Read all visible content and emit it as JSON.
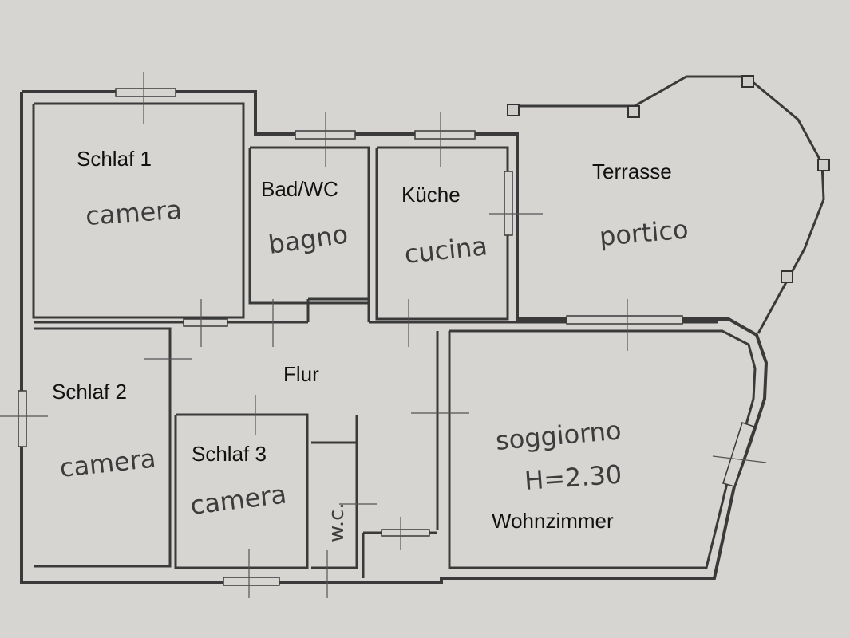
{
  "rooms": {
    "schlaf1": {
      "de": "Schlaf 1",
      "it": "camera"
    },
    "bad": {
      "de": "Bad/WC",
      "it": "bagno"
    },
    "kueche": {
      "de": "Küche",
      "it": "cucina"
    },
    "terrasse": {
      "de": "Terrasse",
      "it": "portico"
    },
    "flur": {
      "de": "Flur"
    },
    "schlaf2": {
      "de": "Schlaf 2",
      "it": "camera"
    },
    "schlaf3": {
      "de": "Schlaf 3",
      "it": "camera"
    },
    "wc": {
      "it": "w.c."
    },
    "wohnzimmer": {
      "it": "soggiorno",
      "height": "H=2.30",
      "de": "Wohnzimmer"
    }
  },
  "colors": {
    "paper": "#d6d5d2",
    "wall": "#3a3a3a",
    "ink": "#111111"
  }
}
